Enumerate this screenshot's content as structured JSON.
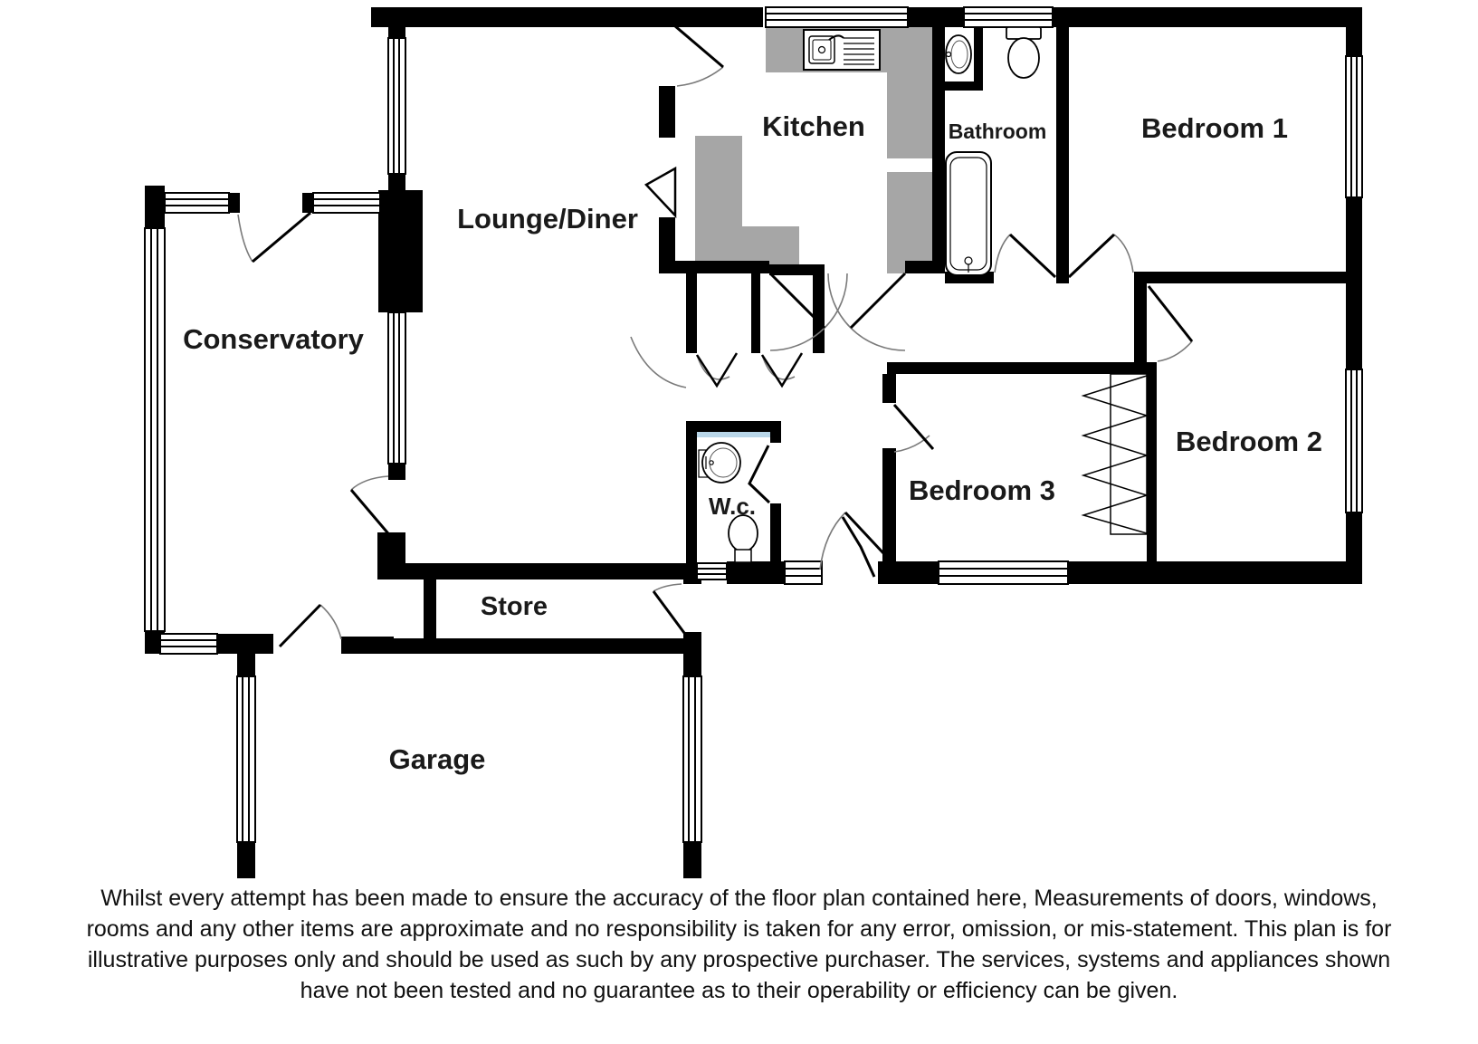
{
  "floorplan": {
    "rooms": [
      {
        "id": "lounge-diner",
        "label": "Lounge/Diner"
      },
      {
        "id": "kitchen",
        "label": "Kitchen"
      },
      {
        "id": "bathroom",
        "label": "Bathroom"
      },
      {
        "id": "bedroom-1",
        "label": "Bedroom 1"
      },
      {
        "id": "conservatory",
        "label": "Conservatory"
      },
      {
        "id": "bedroom-2",
        "label": "Bedroom 2"
      },
      {
        "id": "bedroom-3",
        "label": "Bedroom 3"
      },
      {
        "id": "wc",
        "label": "W.c."
      },
      {
        "id": "store",
        "label": "Store"
      },
      {
        "id": "garage",
        "label": "Garage"
      }
    ],
    "colors": {
      "wall": "#000000",
      "counter": "#a6a6a6",
      "wc_sill": "#b9d6e8",
      "background": "#ffffff"
    },
    "disclaimer": {
      "lines": [
        "Whilst every attempt has been made to ensure the accuracy of the floor plan contained here, Measurements of doors, windows,",
        "rooms and any other items are approximate and no responsibility is taken for any error, omission, or mis-statement. This plan is for",
        "illustrative purposes only and should be used as such by any prospective purchaser. The services, systems and appliances shown",
        "have not been tested and no guarantee as to their operability or efficiency can be given."
      ]
    }
  }
}
